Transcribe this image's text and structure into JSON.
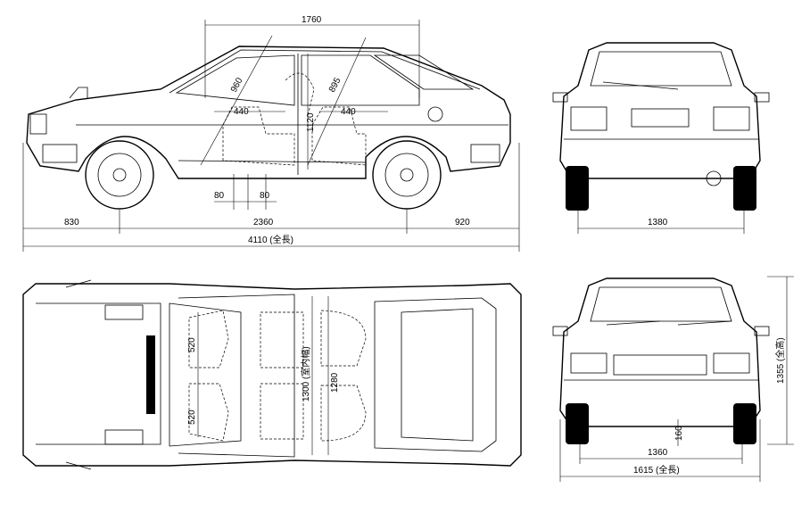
{
  "dimensions": {
    "wheelbase_upper": "1760",
    "seat_back_front": "960",
    "seat_back_rear": "895",
    "seat_width_front": "440",
    "seat_width_rear": "440",
    "headroom": "1120",
    "seat_offset_a": "80",
    "seat_offset_b": "80",
    "front_overhang": "830",
    "wheelbase": "2360",
    "rear_overhang": "920",
    "overall_length": "4110 (全長)",
    "rear_track": "1380",
    "front_track": "1360",
    "overall_width": "1615 (全長)",
    "ground_clearance": "160",
    "overall_height": "1355 (全高)",
    "interior_width": "1300 (室内幅)",
    "interior_width_b": "1280",
    "seat_depth_top": "520",
    "seat_depth_bottom": "520"
  }
}
